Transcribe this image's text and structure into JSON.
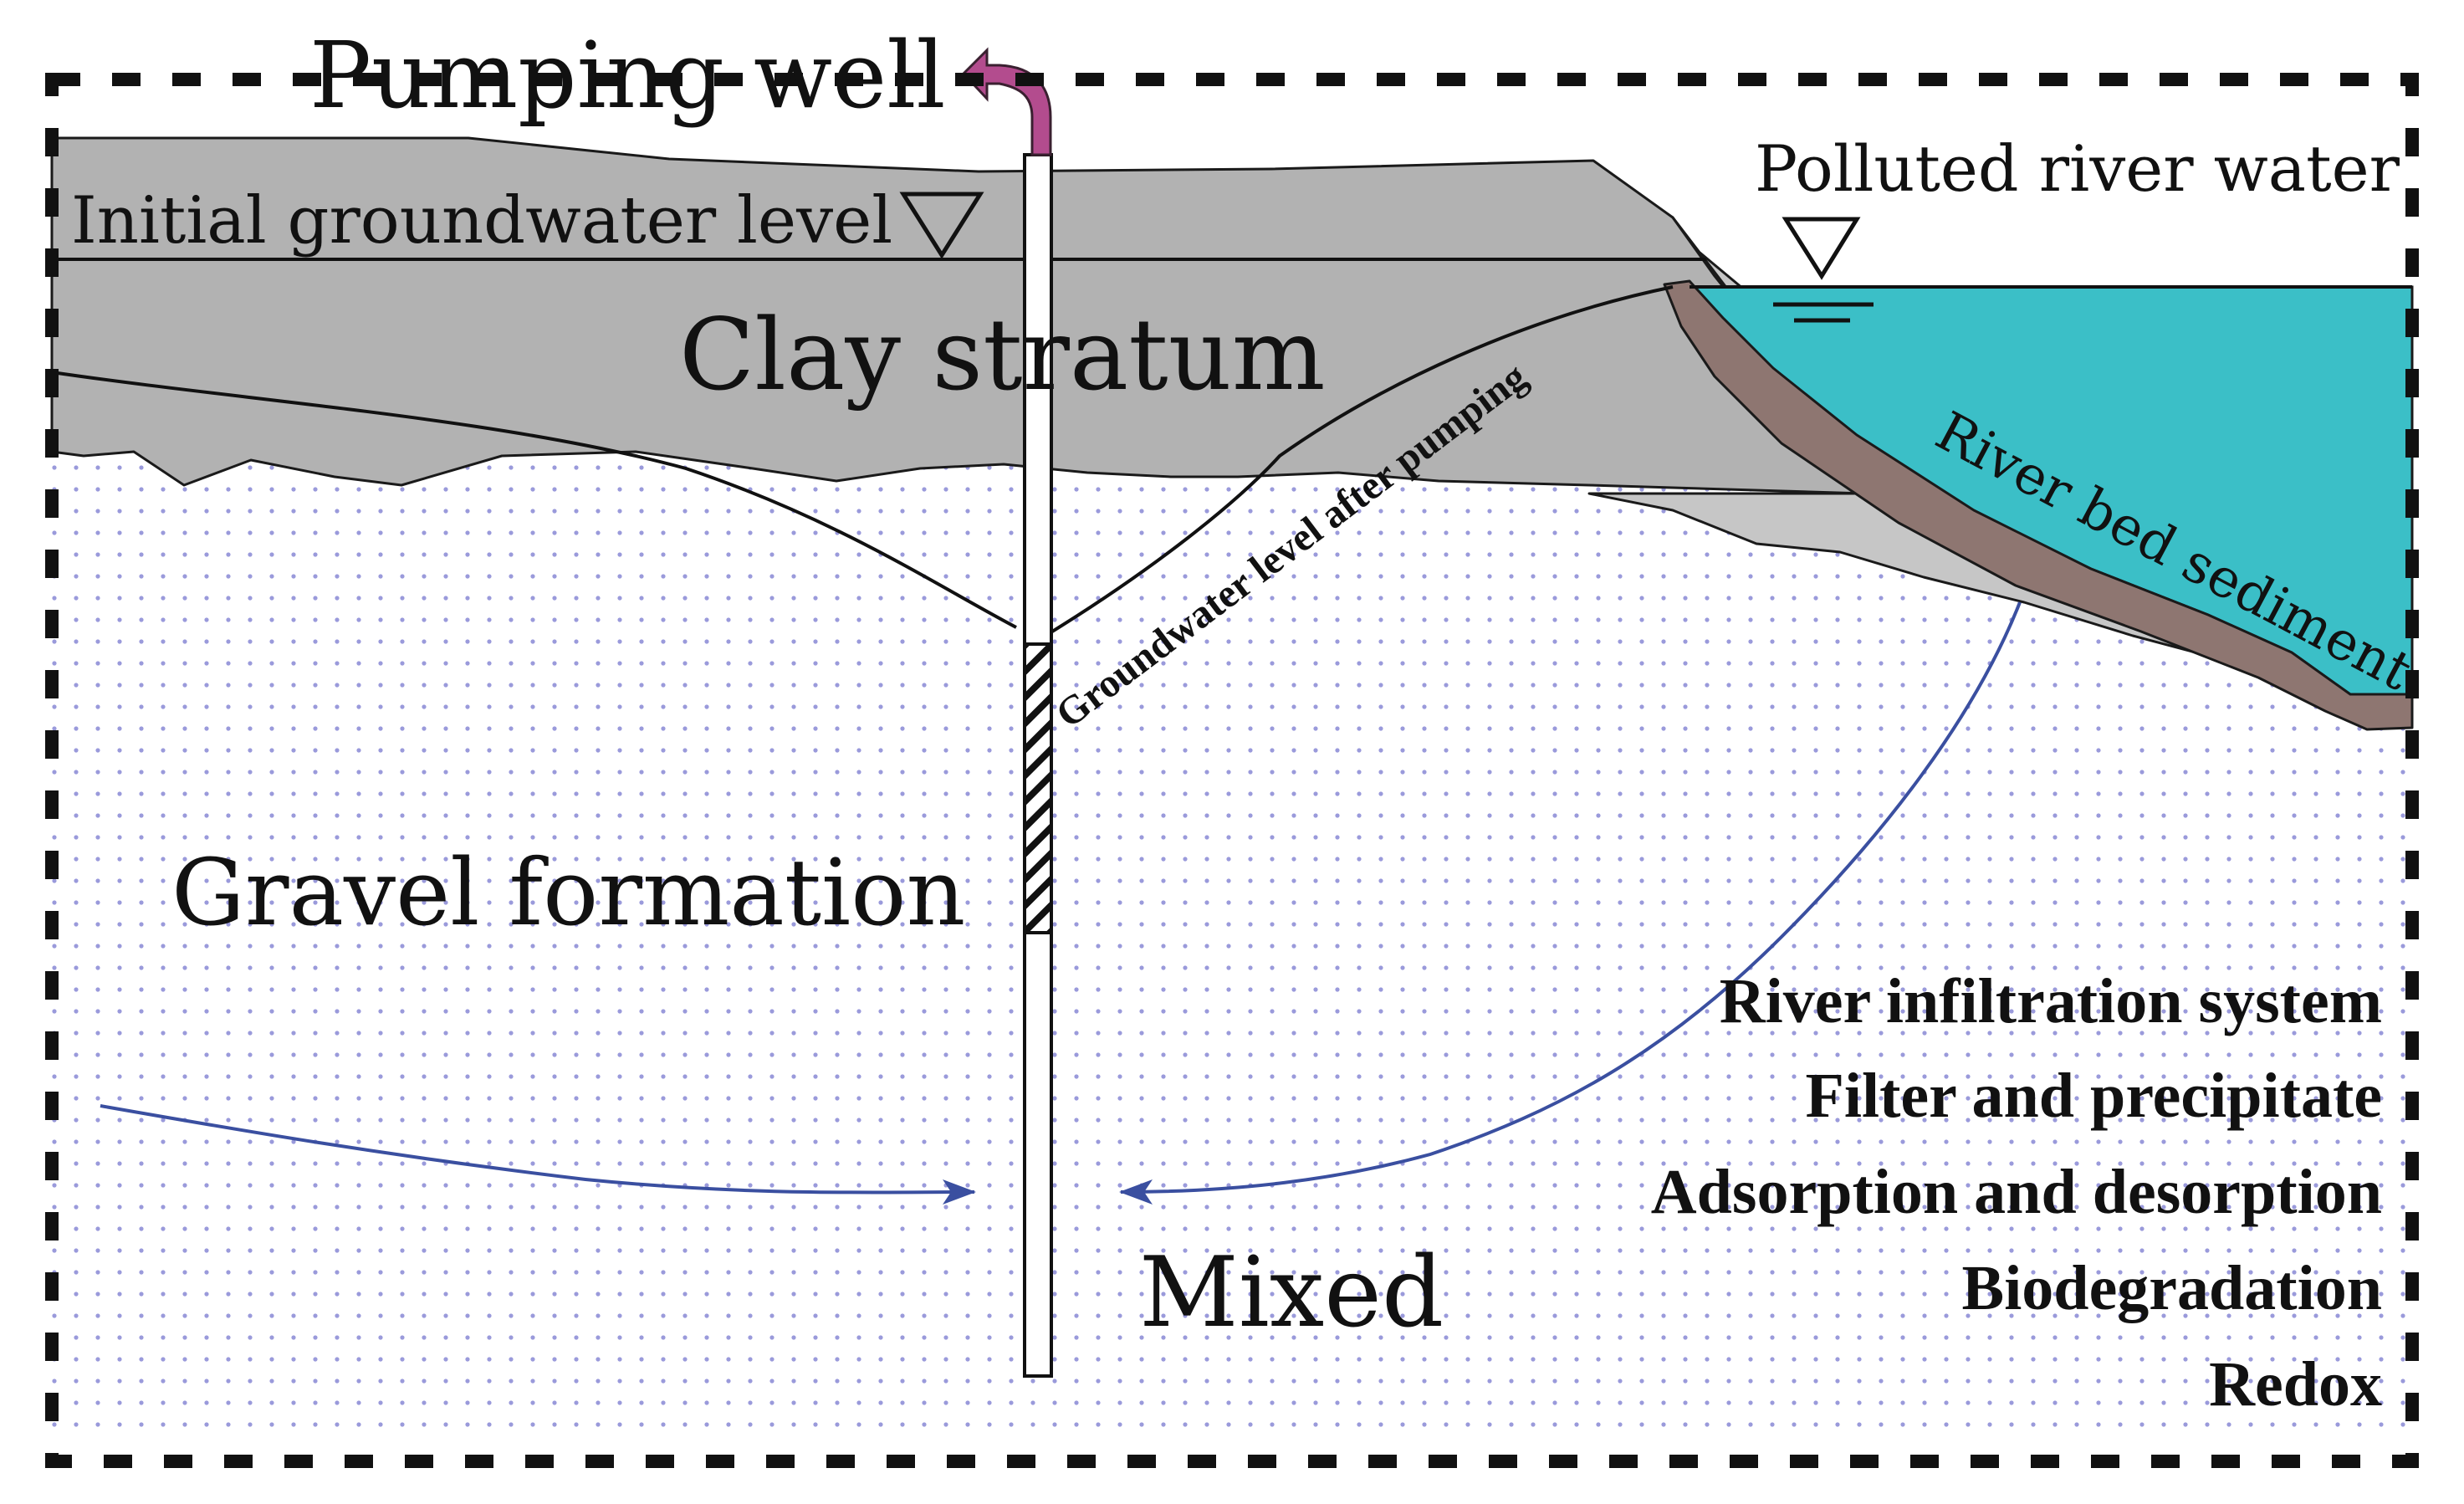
{
  "labels": {
    "pumping_well": "Pumping well",
    "initial_groundwater_level": "Initial groundwater level",
    "clay_stratum": "Clay stratum",
    "polluted_river_water": "Polluted river water",
    "river_bed_sediment": "River bed sediment",
    "groundwater_after_pumping": "Groundwater level after pumping",
    "gravel_formation": "Gravel formation",
    "mixed": "Mixed"
  },
  "processes": [
    "River infiltration system",
    "Filter and precipitate",
    "Adsorption and desorption",
    "Biodegradation",
    "Redox"
  ],
  "colors": {
    "clay": "#b2b2b2",
    "clay_lower": "#c6c6c6",
    "water": "#3bbfc7",
    "sediment": "#8e7671",
    "flow_arrow": "#3a4fa0",
    "pump_arrow": "#b34c8e",
    "gravel_dot": "#9a9adb"
  }
}
